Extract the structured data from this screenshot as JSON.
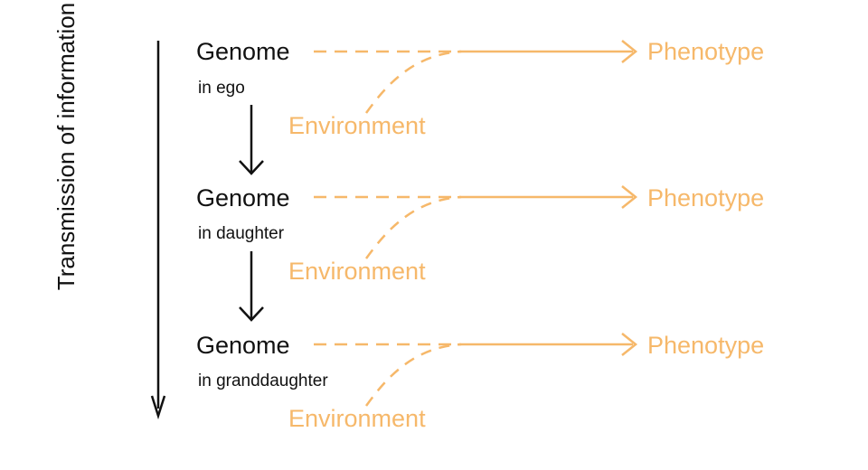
{
  "colors": {
    "ink": "#111111",
    "accent": "#F6B86A"
  },
  "axis_label": "Transmission of information",
  "generations": [
    {
      "genome": "Genome",
      "subject": "in ego",
      "environment": "Environment",
      "phenotype": "Phenotype"
    },
    {
      "genome": "Genome",
      "subject": "in daughter",
      "environment": "Environment",
      "phenotype": "Phenotype"
    },
    {
      "genome": "Genome",
      "subject": "in granddaughter",
      "environment": "Environment",
      "phenotype": "Phenotype"
    }
  ]
}
